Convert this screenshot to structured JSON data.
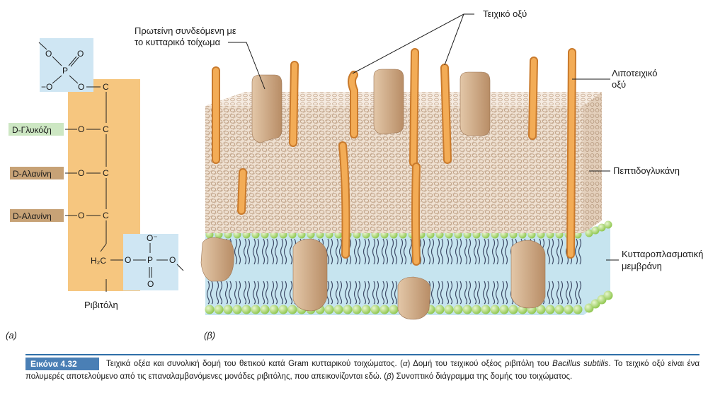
{
  "panel_a": {
    "letter": "(a)",
    "phosphate_top": {
      "o_left": "O",
      "o_right": "O",
      "p": "P",
      "o_minus": "−O",
      "o_link": "O",
      "c": "C"
    },
    "rows": [
      {
        "substituent": "D-Γλυκόζη",
        "o": "O",
        "c": "C"
      },
      {
        "substituent": "D-Αλανίνη",
        "o": "O",
        "c": "C"
      },
      {
        "substituent": "D-Αλανίνη",
        "o": "O",
        "c": "C"
      }
    ],
    "bottom": {
      "h2c": "H₂C",
      "o_link": "O",
      "p": "P",
      "o_top": "O⁻",
      "o_bottom": "O",
      "o_right": "O"
    },
    "backbone_label": "Ριβιτόλη"
  },
  "panel_b": {
    "letter": "(β)",
    "labels": {
      "teichoic_acid": "Τειχικό οξύ",
      "wall_protein": "Πρωτείνη συνδεόμενη με το κυτταρικό τοίχωμα",
      "lipoteichoic_acid": "Λιποτειχικό οξύ",
      "peptidoglycan": "Πεπτιδογλυκάνη",
      "membrane": "Κυτταροπλασματική μεμβράνη"
    }
  },
  "colors": {
    "ribitol_backbone": "#f6c67f",
    "phosphate_box": "#cfe6f3",
    "glucose_tag": "#cde7c3",
    "alanine_tag": "#c7a276",
    "teichoic_orange": "#f0a24a",
    "protein_tan": "#c9a27e",
    "lipid_head_green": "#a7d66a",
    "caption_blue": "#4a7fb5"
  },
  "caption": {
    "tag": "Εικόνα 4.32",
    "text_1": "Τειχικά οξέα και συνολική δομή του θετικού κατά Gram κυτταρικού τοιχώματος. (",
    "a": "α",
    "text_2": ") Δομή του τειχικού οξέος ριβιτόλη του ",
    "species": "Bacillus subtilis",
    "text_3": ". Το τειχικό οξύ είναι ένα πολυμερές αποτελούμενο από τις επαναλαμβανόμενες μονάδες ριβιτόλης, που απεικονίζονται εδώ. (",
    "b": "β",
    "text_4": ") Συνοπτικό διάγραμμα της δομής του τοιχώματος."
  }
}
